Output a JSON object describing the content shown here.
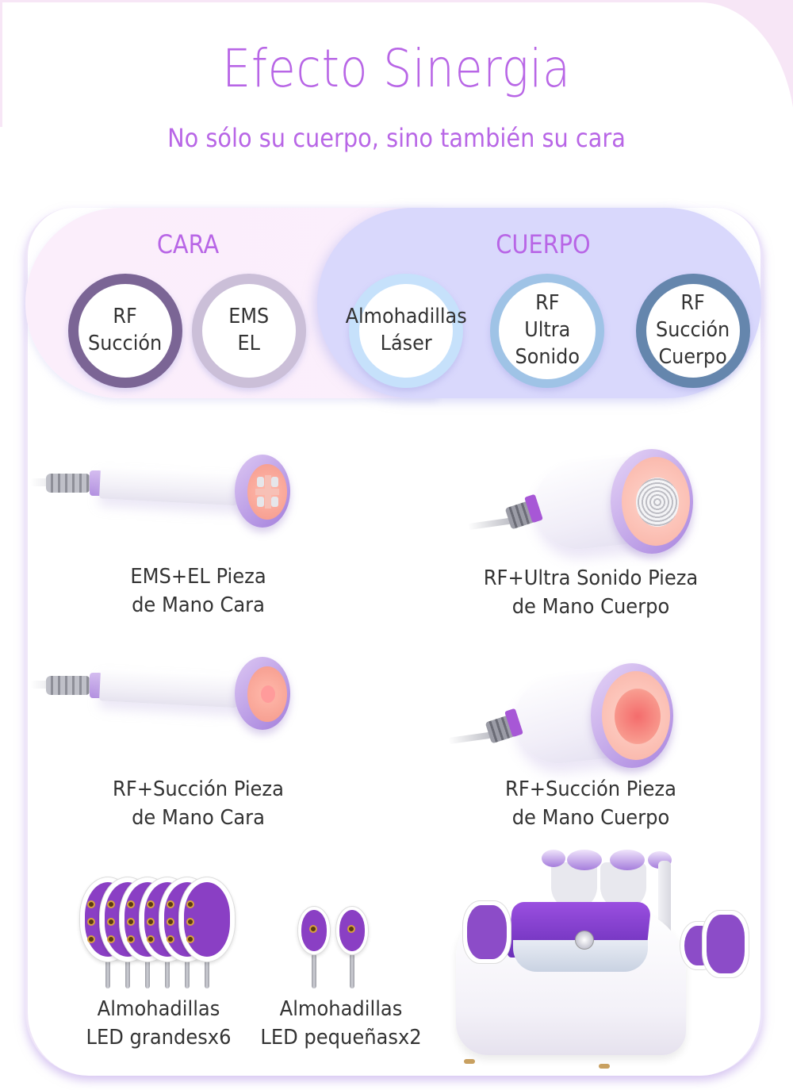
{
  "header": {
    "title": "Efecto Sinergia",
    "subtitle": "No sólo su cuerpo, sino también su cara"
  },
  "groups": {
    "cara": {
      "label": "CARA",
      "items": [
        {
          "lines": [
            "RF",
            "Succión"
          ],
          "ring_color": "#7b6595"
        },
        {
          "lines": [
            "EMS",
            "EL"
          ],
          "ring_color": "#cbbfd8"
        }
      ]
    },
    "cuerpo": {
      "label": "CUERPO",
      "items": [
        {
          "lines": [
            "Almohadillas",
            "Láser"
          ],
          "ring_color": "#c6e1fb"
        },
        {
          "lines": [
            "RF",
            "Ultra",
            "Sonido"
          ],
          "ring_color": "#9fc3e6"
        },
        {
          "lines": [
            "RF",
            "Succión",
            "Cuerpo"
          ],
          "ring_color": "#6586ad"
        }
      ]
    }
  },
  "products": [
    {
      "icon": "ems-el-face-handpiece-image",
      "lines": [
        "EMS+EL Pieza",
        "de Mano Cara"
      ]
    },
    {
      "icon": "rf-ultrasound-body-handpiece-image",
      "lines": [
        "RF+Ultra Sonido Pieza",
        "de Mano Cuerpo"
      ]
    },
    {
      "icon": "rf-suction-face-handpiece-image",
      "lines": [
        "RF+Succión Pieza",
        "de Mano Cara"
      ]
    },
    {
      "icon": "rf-suction-body-handpiece-image",
      "lines": [
        "RF+Succión Pieza",
        "de Mano Cuerpo"
      ]
    }
  ],
  "pads": {
    "large": {
      "icon": "large-led-pad-image",
      "count": 6,
      "lines": [
        "Almohadillas",
        "LED grandesx6"
      ]
    },
    "small": {
      "icon": "small-led-pad-image",
      "count": 2,
      "lines": [
        "Almohadillas",
        "LED pequeñasx2"
      ]
    }
  },
  "machine": {
    "icon": "beauty-machine-image"
  },
  "colors": {
    "accent": "#b866e6",
    "frame_pink": "#f7e6f6",
    "cara_band": "#fbeefb",
    "cuerpo_band": "#d9d8fc",
    "text": "#333333",
    "pad_purple": "#8a3fc4"
  }
}
